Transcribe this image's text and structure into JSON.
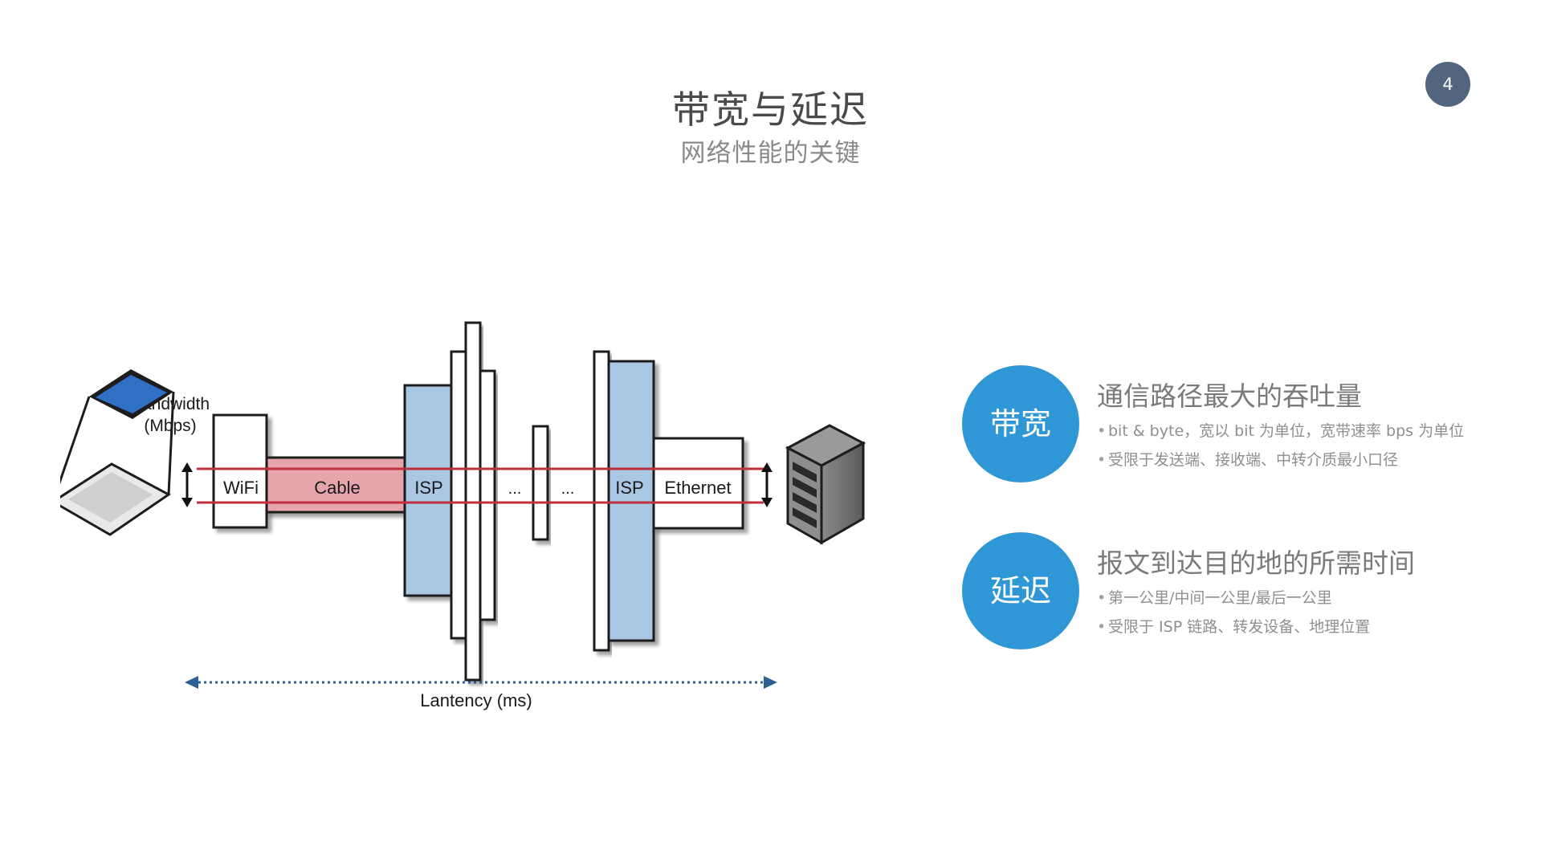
{
  "page": {
    "number": "4",
    "title": "带宽与延迟",
    "subtitle": "网络性能的关键"
  },
  "diagram": {
    "bandwidth_label": "Bandwidth",
    "bandwidth_unit": "(Mbps)",
    "latency_label": "Lantency (ms)",
    "segments": {
      "wifi": "WiFi",
      "cable": "Cable",
      "isp_left": "ISP",
      "dots_1": "...",
      "dots_2": "...",
      "isp_right": "ISP",
      "ethernet": "Ethernet"
    },
    "icons": [
      "laptop-icon",
      "server-icon"
    ],
    "colors": {
      "pipe_red": "#e6a4ab",
      "red_line": "#c0303c",
      "isp_blue": "#a9c6e3",
      "latency_arrow": "#2e5f93"
    }
  },
  "points": [
    {
      "badge": "带宽",
      "heading": "通信路径最大的吞吐量",
      "bullets": [
        "bit & byte，宽以 bit 为单位，宽带速率 bps 为单位",
        "受限于发送端、接收端、中转介质最小口径"
      ]
    },
    {
      "badge": "延迟",
      "heading": "报文到达目的地的所需时间",
      "bullets": [
        "第一公里/中间一公里/最后一公里",
        "受限于 ISP 链路、转发设备、地理位置"
      ]
    }
  ],
  "theme": {
    "accent": "#2f97d6",
    "badge_bg": "#52657f"
  }
}
